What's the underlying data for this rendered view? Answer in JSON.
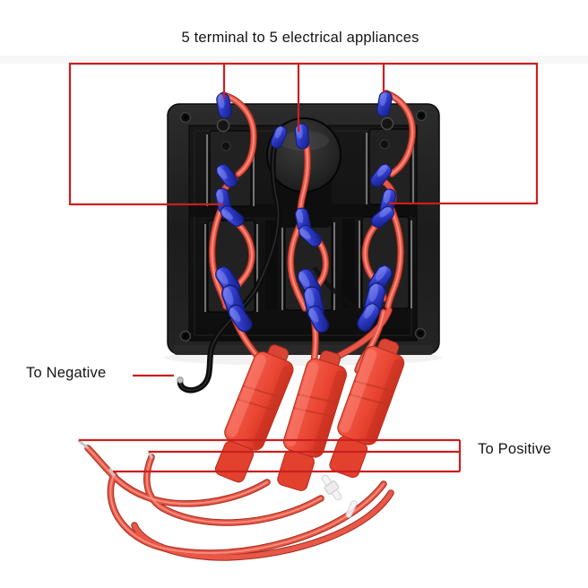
{
  "title": "5 terminal to 5 electrical appliances",
  "labels": {
    "negative": "To Negative",
    "positive": "To Positive"
  },
  "colors": {
    "background": "#ffffff",
    "annotation_red": "#cb1f1f",
    "wire_red": "#e85848",
    "wire_red_dark": "#a62e20",
    "wire_red_light": "#ff9d8e",
    "connector_blue": "#2e3cc9",
    "connector_blue_light": "#7d86f2",
    "connector_blue_dark": "#131c7e",
    "fuse_red": "#ea4734",
    "panel_black": "#1d1d1d",
    "negative_wire": "#0c0c0c",
    "tip_silver": "#c6c6c6"
  }
}
